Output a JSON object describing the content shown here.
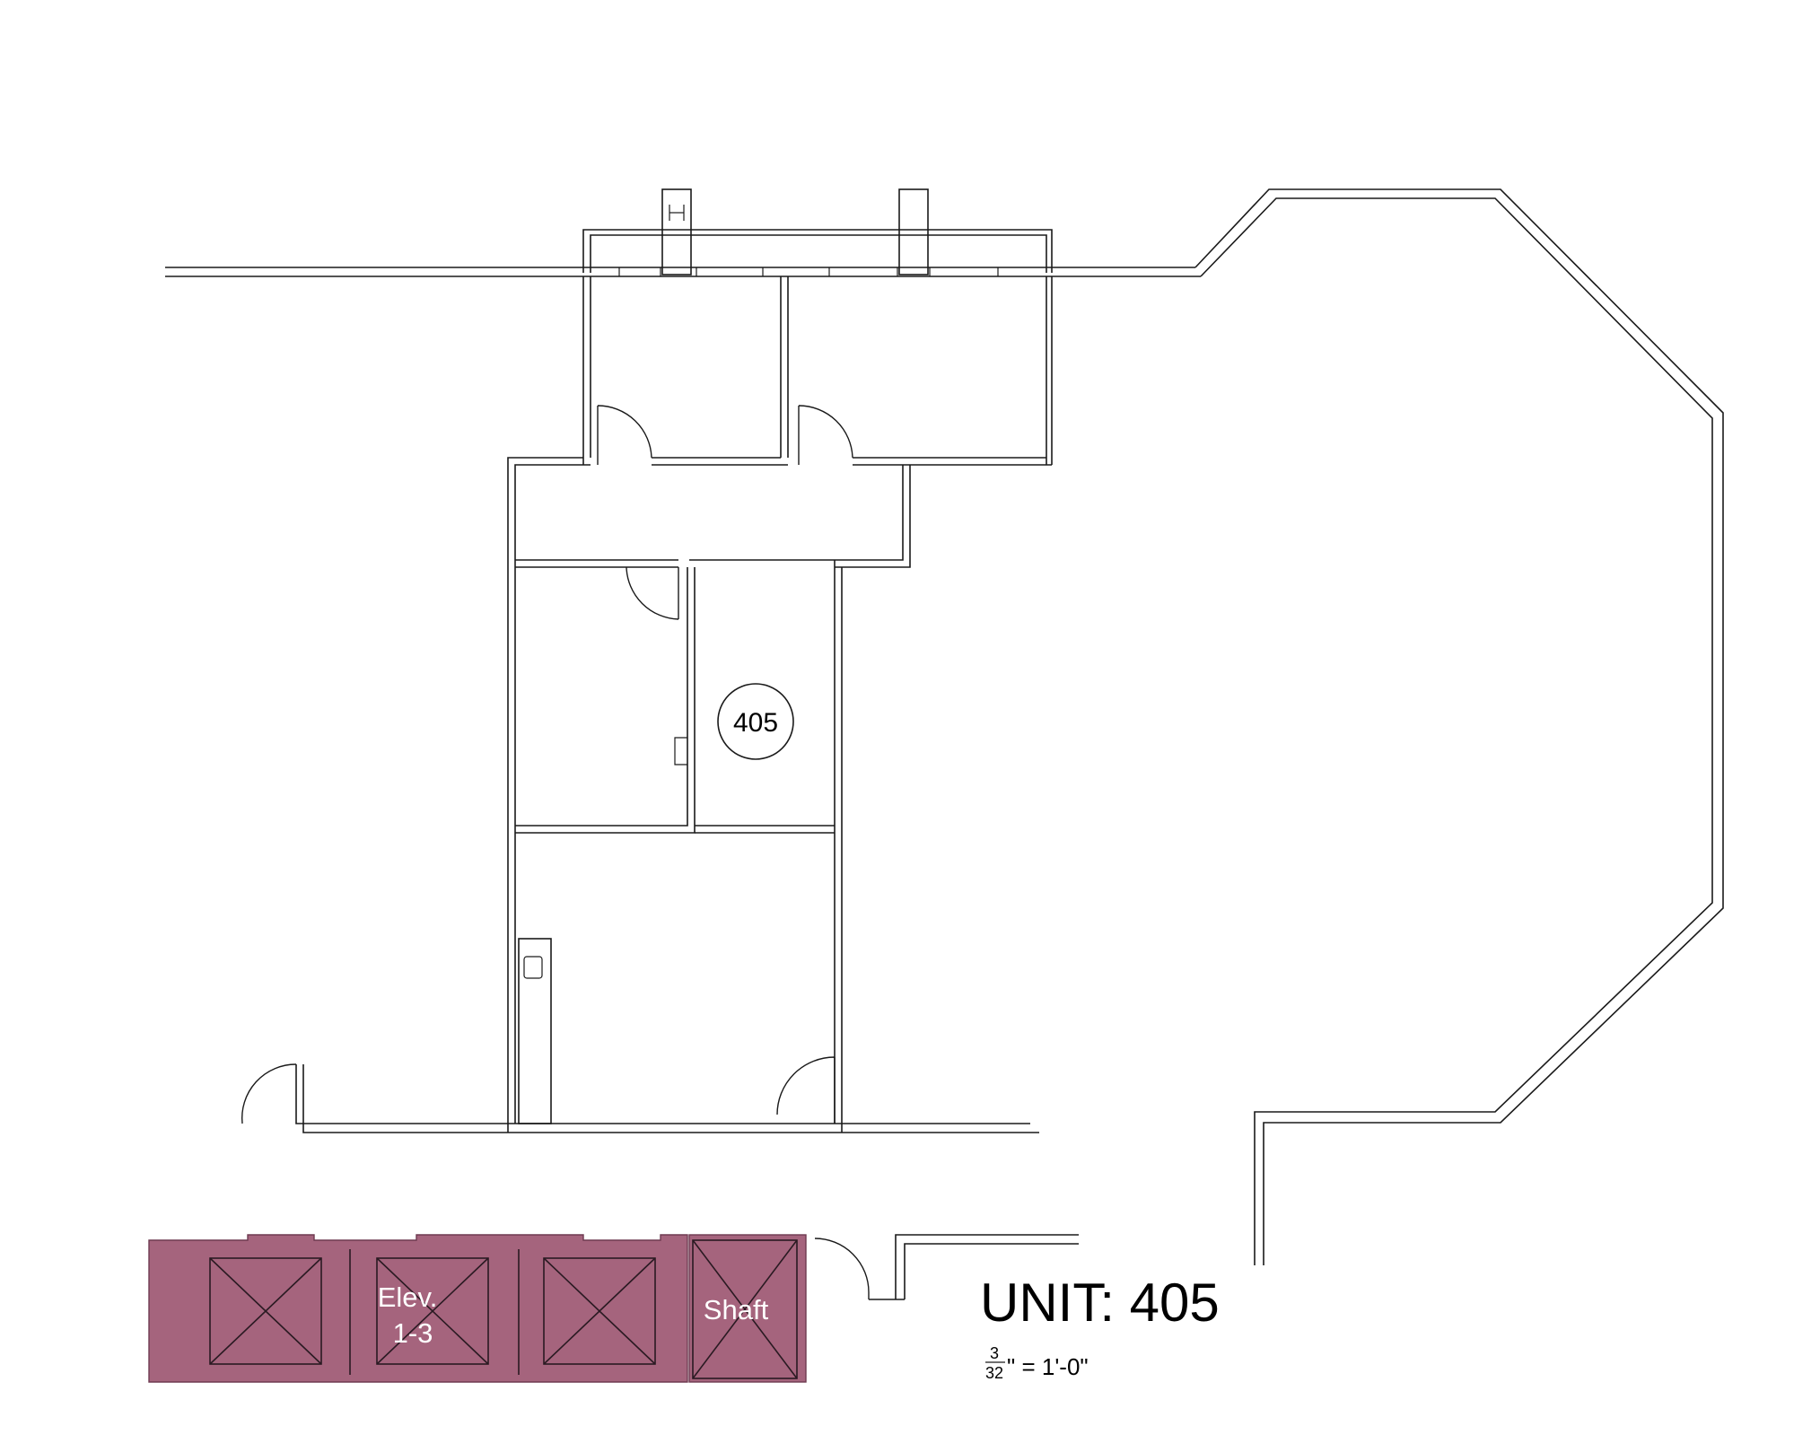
{
  "plan": {
    "room_tag": "405",
    "elevator_label_line1": "Elev.",
    "elevator_label_line2": "1-3",
    "shaft_label": "Shaft",
    "unit_title": "UNIT: 405",
    "scale_numerator": "3",
    "scale_denominator": "32",
    "scale_rest": "\" = 1'-0\""
  },
  "colors": {
    "core_fill": "#a5647d",
    "line": "#1a1a1a"
  }
}
